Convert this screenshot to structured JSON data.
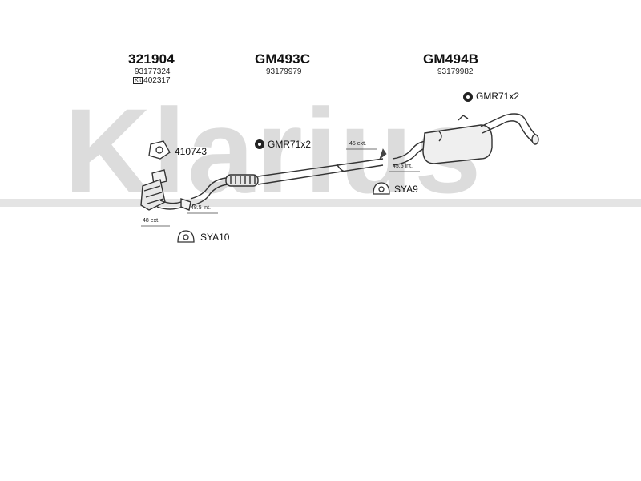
{
  "watermark": "Klarius",
  "parts": [
    {
      "part_no": "321904",
      "oe": "93177324",
      "kit_label": "Kit",
      "kit_no": "402317"
    },
    {
      "part_no": "GM493C",
      "oe": "93179979"
    },
    {
      "part_no": "GM494B",
      "oe": "93179982"
    }
  ],
  "fittings": {
    "gmr_rear": "GMR71x2",
    "gmr_mid": "GMR71x2",
    "clamp": "410743",
    "mount_front": "SYA10",
    "mount_rear": "SYA9"
  },
  "dimensions": {
    "d48": "48 ext.",
    "d48_5": "48.5 int.",
    "d45": "45 ext.",
    "d45_5": "45.5 int."
  }
}
